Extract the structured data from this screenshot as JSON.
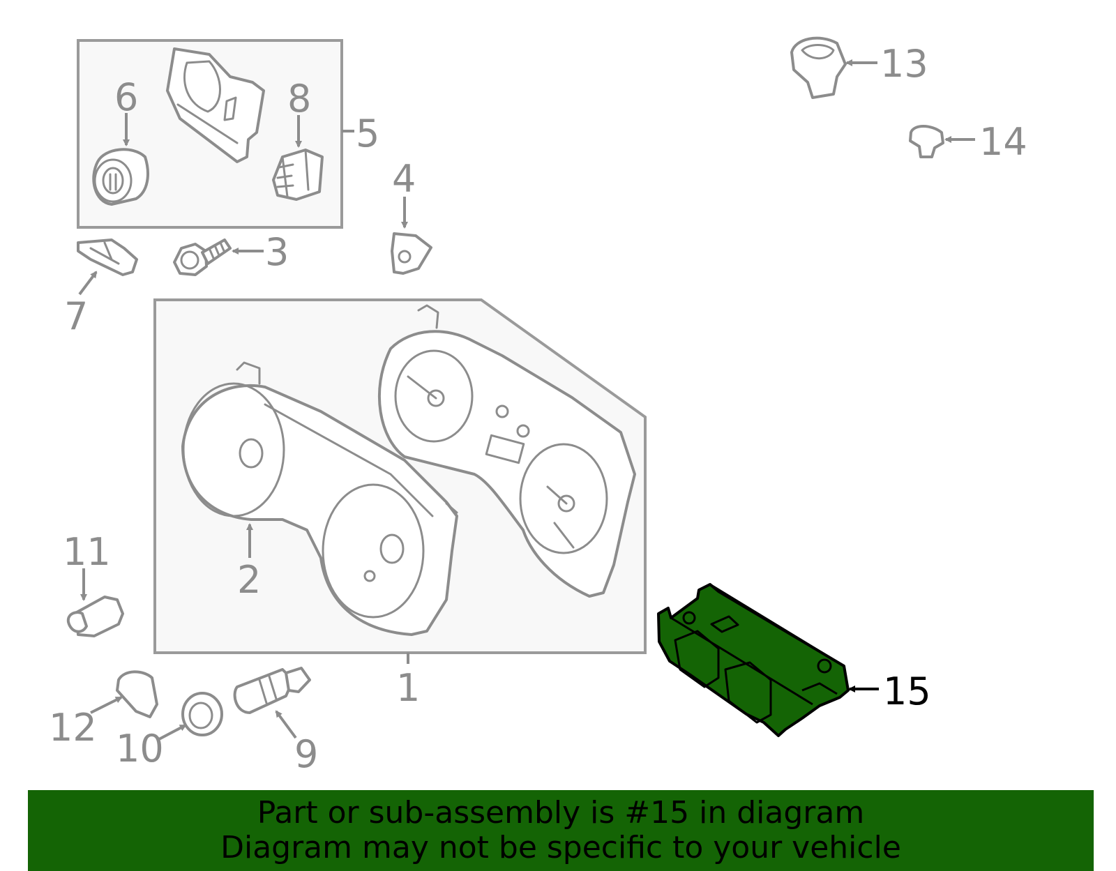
{
  "diagram": {
    "highlight_color": "#146405",
    "labels": [
      {
        "key": "1",
        "text": "1"
      },
      {
        "key": "2",
        "text": "2"
      },
      {
        "key": "3",
        "text": "3"
      },
      {
        "key": "4",
        "text": "4"
      },
      {
        "key": "5",
        "text": "5"
      },
      {
        "key": "6",
        "text": "6"
      },
      {
        "key": "7",
        "text": "7"
      },
      {
        "key": "8",
        "text": "8"
      },
      {
        "key": "9",
        "text": "9"
      },
      {
        "key": "10",
        "text": "10"
      },
      {
        "key": "11",
        "text": "11"
      },
      {
        "key": "12",
        "text": "12"
      },
      {
        "key": "13",
        "text": "13"
      },
      {
        "key": "14",
        "text": "14"
      },
      {
        "key": "15",
        "text": "15"
      }
    ],
    "highlighted_part": "15"
  },
  "banner": {
    "line1": "Part or sub-assembly is #15 in diagram",
    "line2": "Diagram may not be specific to your vehicle"
  }
}
